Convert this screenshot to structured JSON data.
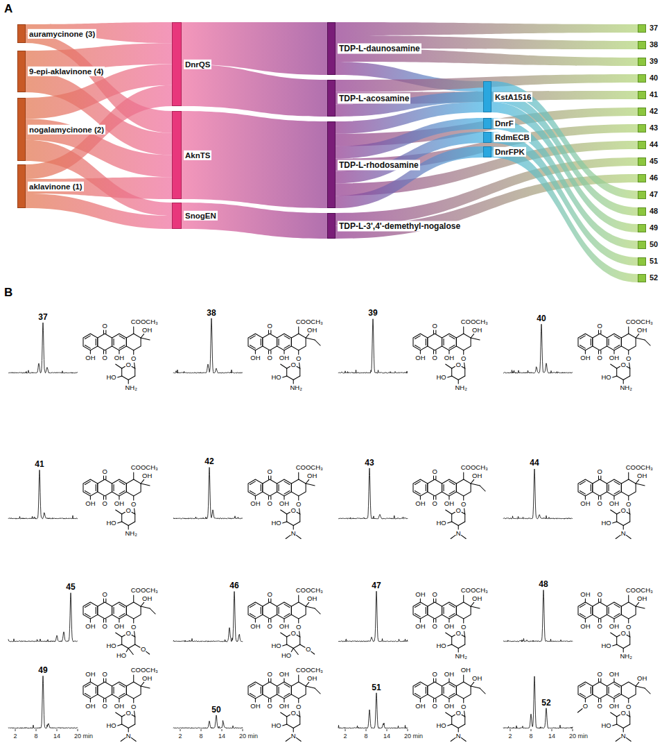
{
  "diagram": {
    "nodes": [
      {
        "text": [
          "auramycinone (3)"
        ]
      },
      {
        "text": [
          "9-epi-aklavinone (4)"
        ]
      },
      {
        "text": [
          "nogalamycinone (2)"
        ]
      },
      {
        "text": [
          "aklavinone (1)"
        ]
      },
      {
        "text": [
          "DnrQS"
        ]
      },
      {
        "text": [
          "AknTS"
        ]
      },
      {
        "text": [
          "SnogEN"
        ]
      },
      {
        "text": [
          "TDP-L-daunosamine"
        ]
      },
      {
        "text": [
          "TDP-L-acosamine"
        ]
      },
      {
        "text": [
          "TDP-L-rhodosamine"
        ]
      },
      {
        "text": [
          "TDP-L-3',4'-demethyl-nogalose"
        ]
      },
      {
        "text": [
          "KstA1516"
        ]
      },
      {
        "text": [
          "DnrF"
        ]
      },
      {
        "text": [
          "RdmECB"
        ]
      },
      {
        "text": [
          "DnrFPK"
        ]
      },
      {
        "text": [
          "37"
        ]
      },
      {
        "text": [
          "38"
        ]
      },
      {
        "text": [
          "39"
        ]
      },
      {
        "text": [
          "40"
        ]
      },
      {
        "text": [
          "41"
        ]
      },
      {
        "text": [
          "42"
        ]
      },
      {
        "text": [
          "43"
        ]
      },
      {
        "text": [
          "44"
        ]
      },
      {
        "text": [
          "45"
        ]
      },
      {
        "text": [
          "46"
        ]
      },
      {
        "text": [
          "47"
        ]
      },
      {
        "text": [
          "48"
        ]
      },
      {
        "text": [
          "49"
        ]
      },
      {
        "text": [
          "50"
        ]
      },
      {
        "text": [
          "51"
        ]
      },
      {
        "text": [
          "52"
        ]
      }
    ],
    "edges": [
      {
        "from": 0,
        "to": 4,
        "arrow": "none"
      },
      {
        "from": 0,
        "to": 5,
        "arrow": "none"
      },
      {
        "from": 1,
        "to": 4,
        "arrow": "none"
      },
      {
        "from": 1,
        "to": 5,
        "arrow": "none"
      },
      {
        "from": 2,
        "to": 4,
        "arrow": "none"
      },
      {
        "from": 2,
        "to": 5,
        "arrow": "none"
      },
      {
        "from": 2,
        "to": 6,
        "arrow": "none"
      },
      {
        "from": 3,
        "to": 4,
        "arrow": "none"
      },
      {
        "from": 3,
        "to": 5,
        "arrow": "none"
      },
      {
        "from": 3,
        "to": 6,
        "arrow": "none"
      },
      {
        "from": 4,
        "to": 7,
        "arrow": "none"
      },
      {
        "from": 4,
        "to": 8,
        "arrow": "none"
      },
      {
        "from": 5,
        "to": 9,
        "arrow": "none"
      },
      {
        "from": 6,
        "to": 10,
        "arrow": "none"
      },
      {
        "from": 7,
        "to": 15,
        "arrow": "none"
      },
      {
        "from": 7,
        "to": 16,
        "arrow": "none"
      },
      {
        "from": 7,
        "to": 17,
        "arrow": "none"
      },
      {
        "from": 7,
        "to": 11,
        "arrow": "none"
      },
      {
        "from": 8,
        "to": 18,
        "arrow": "none"
      },
      {
        "from": 8,
        "to": 19,
        "arrow": "none"
      },
      {
        "from": 8,
        "to": 11,
        "arrow": "none"
      },
      {
        "from": 9,
        "to": 20,
        "arrow": "none"
      },
      {
        "from": 9,
        "to": 21,
        "arrow": "none"
      },
      {
        "from": 9,
        "to": 22,
        "arrow": "none"
      },
      {
        "from": 9,
        "to": 11,
        "arrow": "none"
      },
      {
        "from": 9,
        "to": 12,
        "arrow": "none"
      },
      {
        "from": 9,
        "to": 13,
        "arrow": "none"
      },
      {
        "from": 9,
        "to": 14,
        "arrow": "none"
      },
      {
        "from": 10,
        "to": 23,
        "arrow": "none"
      },
      {
        "from": 10,
        "to": 24,
        "arrow": "none"
      },
      {
        "from": 11,
        "to": 25,
        "arrow": "none"
      },
      {
        "from": 11,
        "to": 26,
        "arrow": "none"
      },
      {
        "from": 11,
        "to": 27,
        "arrow": "none"
      },
      {
        "from": 12,
        "to": 28,
        "arrow": "none"
      },
      {
        "from": 13,
        "to": 29,
        "arrow": "none"
      },
      {
        "from": 14,
        "to": 30,
        "arrow": "none"
      }
    ],
    "labels": [
      "A",
      "B",
      "37",
      "O",
      "COOCH₃",
      "OH",
      "OH",
      "O",
      "OH",
      "O",
      "O",
      "HO",
      "NH₂",
      "38",
      "O",
      "COOCH₃",
      "OH",
      "OH",
      "O",
      "OH",
      "O",
      "O",
      "HO",
      "NH₂",
      "39",
      "O",
      "COOCH₃",
      "OH",
      "OH",
      "O",
      "OH",
      "O",
      "O",
      "HO",
      "NH₂",
      "40",
      "O",
      "COOCH₃",
      "OH",
      "OH",
      "O",
      "OH",
      "O",
      "O",
      "HO",
      "NH₂",
      "41",
      "O",
      "COOCH₃",
      "OH",
      "OH",
      "O",
      "OH",
      "O",
      "O",
      "HO",
      "NH₂",
      "42",
      "O",
      "COOCH₃",
      "OH",
      "OH",
      "O",
      "OH",
      "O",
      "O",
      "HO",
      "N",
      "43",
      "O",
      "COOCH₃",
      "OH",
      "OH",
      "O",
      "OH",
      "O",
      "O",
      "HO",
      "N",
      "44",
      "O",
      "COOCH₃",
      "OH",
      "OH",
      "O",
      "OH",
      "O",
      "O",
      "HO",
      "N",
      "45",
      "O",
      "COOCH₃",
      "OH",
      "OH",
      "O",
      "OH",
      "O",
      "O",
      "HO",
      "HO",
      "O",
      "46",
      "O",
      "COOCH₃",
      "OH",
      "OH",
      "O",
      "OH",
      "O",
      "O",
      "HO",
      "HO",
      "O",
      "47",
      "OH",
      "O",
      "COOCH₃",
      "OH",
      "OH",
      "O",
      "OH",
      "O",
      "O",
      "HO",
      "NH₂",
      "48",
      "OH",
      "O",
      "COOCH₃",
      "OH",
      "OH",
      "O",
      "OH",
      "O",
      "O",
      "HO",
      "NH₂",
      "49",
      "OH",
      "O",
      "COOCH₃",
      "OH",
      "OH",
      "O",
      "OH",
      "O",
      "O",
      "HO",
      "N",
      "50",
      "O",
      "OH",
      "COOCH₃",
      "OH",
      "OH",
      "O",
      "OH",
      "O",
      "O",
      "HO",
      "N",
      "51",
      "O",
      "OH",
      "OH",
      "OH",
      "OH",
      "O",
      "OH",
      "O",
      "O",
      "HO",
      "N",
      "52",
      "O",
      "OH",
      "OH",
      "O",
      "O",
      "OH",
      "O",
      "O",
      "HO",
      "N",
      "2",
      "8",
      "14",
      "20 min",
      "2",
      "8",
      "14",
      "20 min",
      "2",
      "8",
      "14",
      "20 min",
      "2",
      "8",
      "14",
      "20 min"
    ]
  }
}
